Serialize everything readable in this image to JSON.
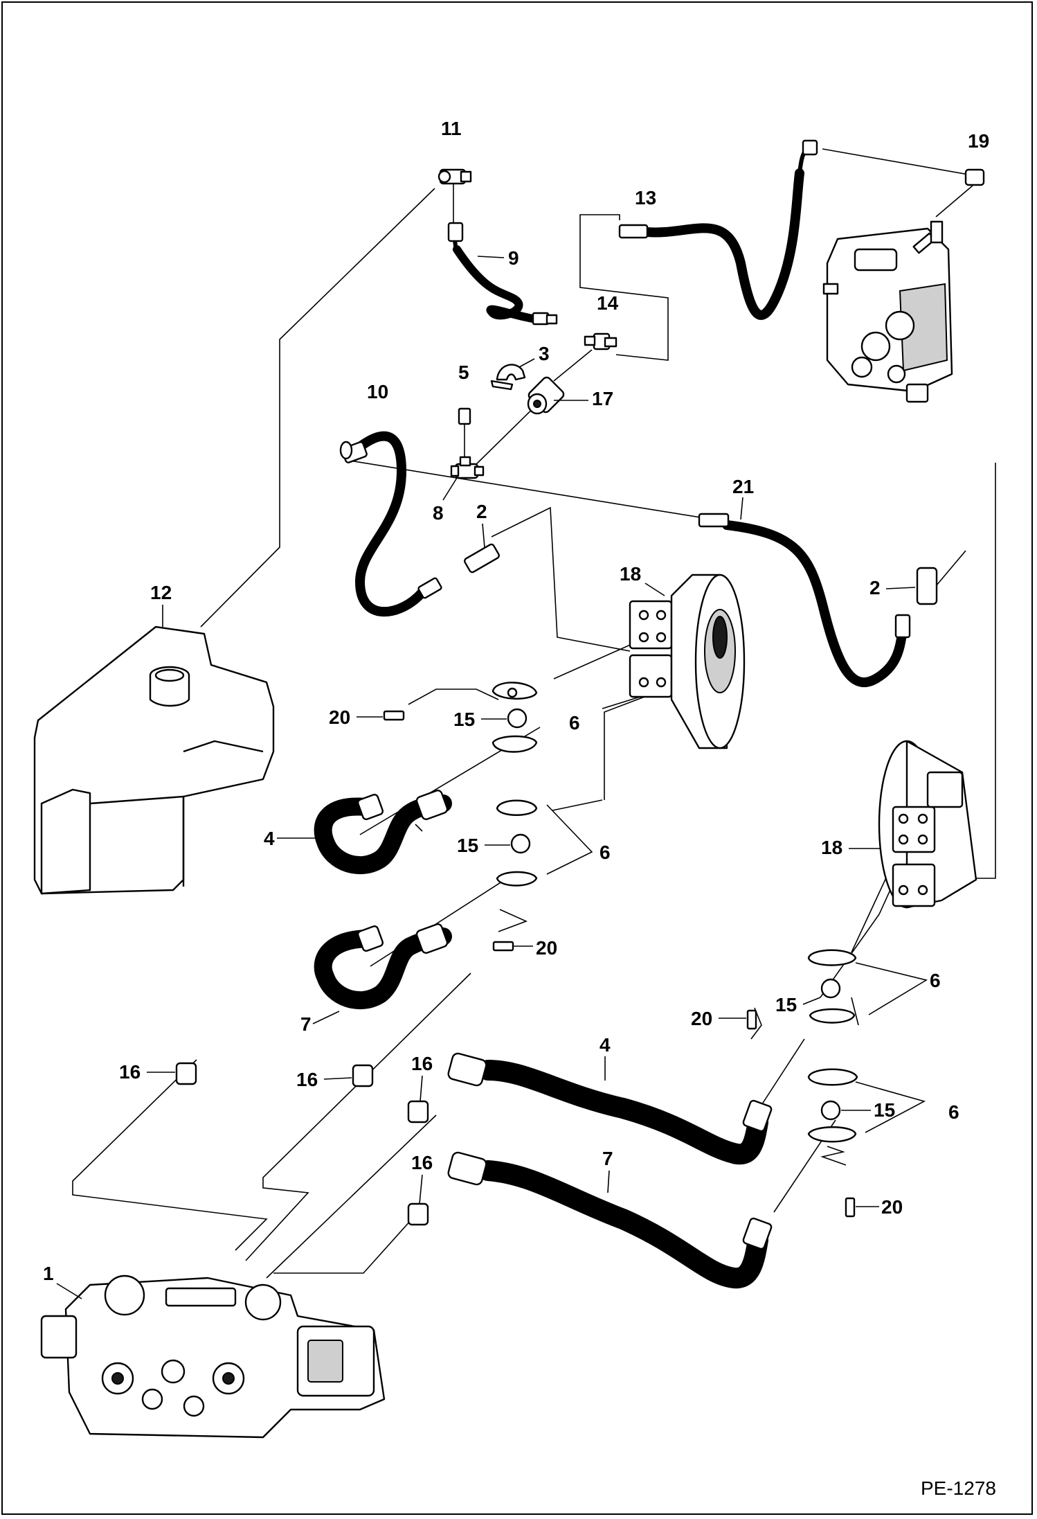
{
  "diagram": {
    "drawing_code": "PE-1278",
    "callouts": [
      "1",
      "2",
      "2",
      "3",
      "4",
      "4",
      "5",
      "6",
      "6",
      "6",
      "6",
      "7",
      "7",
      "8",
      "9",
      "10",
      "11",
      "12",
      "13",
      "14",
      "15",
      "15",
      "15",
      "15",
      "16",
      "16",
      "16",
      "16",
      "17",
      "18",
      "18",
      "19",
      "20",
      "20",
      "20",
      "20",
      "21"
    ]
  }
}
